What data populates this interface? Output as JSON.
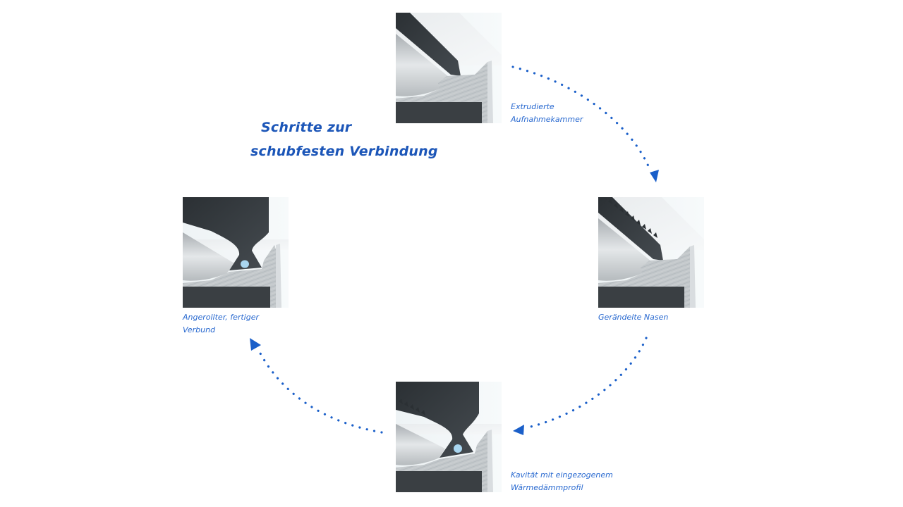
{
  "title": {
    "line1": "Schritte zur",
    "line2": "schubfesten Verbindung"
  },
  "steps": [
    {
      "id": 1,
      "image": "extruded-receiving-chamber",
      "caption_line1": "Extrudierte",
      "caption_line2": "Aufnahmekammer"
    },
    {
      "id": 2,
      "image": "knurled-noses",
      "caption_line1": "Gerändelte Nasen",
      "caption_line2": ""
    },
    {
      "id": 3,
      "image": "cavity-with-insulating-profile",
      "caption_line1": "Kavität mit eingezogenem",
      "caption_line2": "Wärmedämmprofil"
    },
    {
      "id": 4,
      "image": "rolled-finished-composite",
      "caption_line1": "Angerollter, fertiger",
      "caption_line2": "Verbund"
    }
  ],
  "colors": {
    "accent": "#1c56b8",
    "caption": "#2a6ad0",
    "arrow": "#1a5fc9",
    "aluminium": "#c9cdd0",
    "polyamide": "#33383c",
    "wire": "#a9d6f0"
  }
}
